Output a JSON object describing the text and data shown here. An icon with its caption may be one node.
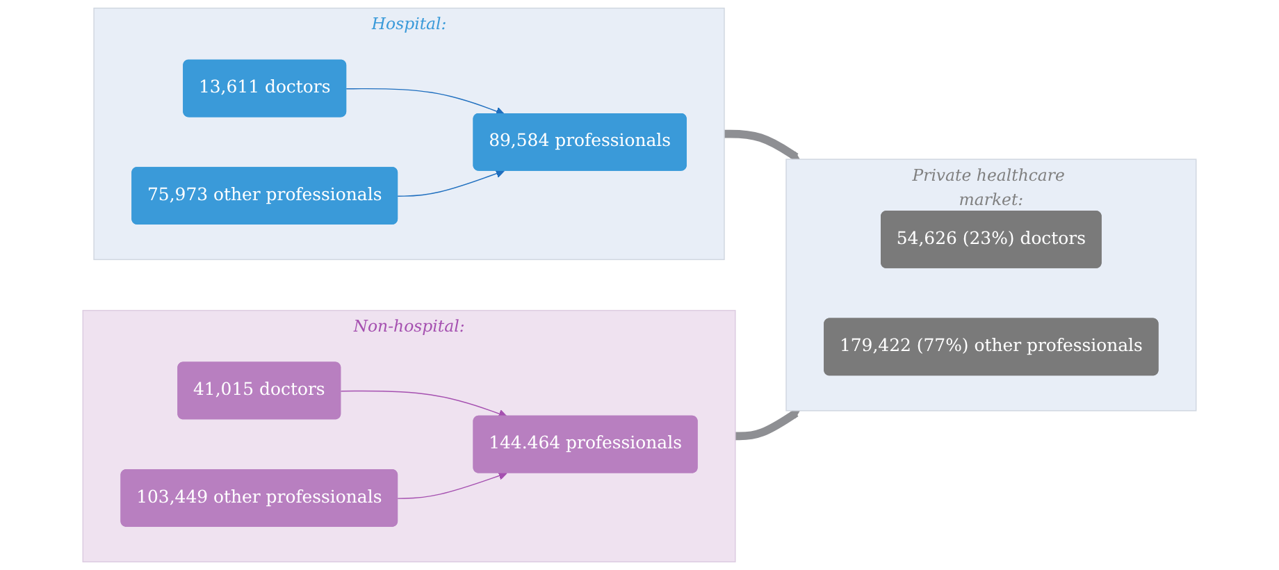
{
  "diagram": {
    "nodes": [
      {
        "text": [
          "Hospital:"
        ]
      },
      {
        "text": [
          "13,611 doctors"
        ],
        "in": 0
      },
      {
        "text": [
          "75,973 other professionals"
        ],
        "in": 0
      },
      {
        "text": [
          "89,584 professionals"
        ],
        "in": 0
      },
      {
        "text": [
          "Non-hospital:"
        ]
      },
      {
        "text": [
          "41,015 doctors"
        ],
        "in": 4
      },
      {
        "text": [
          "103,449 other professionals"
        ],
        "in": 4
      },
      {
        "text": [
          "144.464 professionals"
        ],
        "in": 4
      },
      {
        "text": [
          "Private healthcare market:"
        ]
      },
      {
        "text": [
          "54,626 (23%) doctors"
        ],
        "in": 8
      },
      {
        "text": [
          "179,422 (77%) other professionals"
        ],
        "in": 8
      }
    ],
    "edges": [
      {
        "from": 1,
        "to": 3,
        "arrow": "to",
        "color": "#1f6fbf"
      },
      {
        "from": 2,
        "to": 3,
        "arrow": "to",
        "color": "#1f6fbf"
      },
      {
        "from": 5,
        "to": 7,
        "arrow": "to",
        "color": "#a550b0"
      },
      {
        "from": 6,
        "to": 7,
        "arrow": "to",
        "color": "#a550b0"
      },
      {
        "from": 0,
        "to": 8,
        "arrow": "to",
        "style": "thick",
        "color": "#8e8f93"
      },
      {
        "from": 4,
        "to": 8,
        "arrow": "to",
        "style": "thick",
        "color": "#8e8f93"
      }
    ]
  }
}
